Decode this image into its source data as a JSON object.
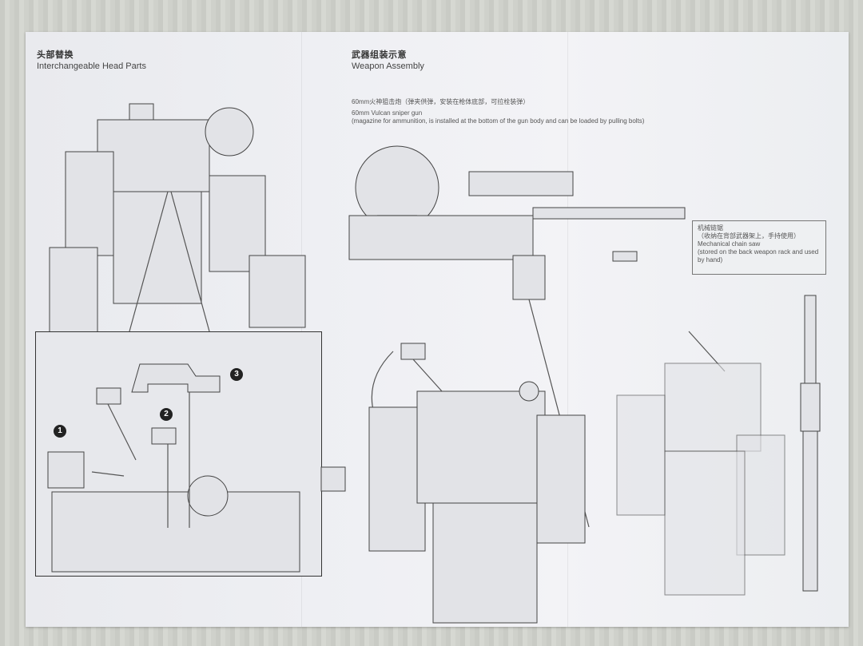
{
  "left_panel": {
    "title_cn": "头部替换",
    "title_en": "Interchangeable Head Parts",
    "inset_markers": [
      "1",
      "2",
      "3"
    ]
  },
  "right_panel": {
    "title_cn": "武器组装示意",
    "title_en": "Weapon Assembly",
    "sniper_gun": {
      "desc_cn": "60mm火神狙击炮（弹夹供弹，安装在枪体底部，可拉栓装弹）",
      "name_en": "60mm Vulcan sniper gun",
      "desc_en": "(magazine for ammunition, is installed at the bottom of the gun body and can be loaded by pulling bolts)"
    },
    "chain_saw": {
      "name_cn": "机械链锯",
      "desc_cn": "（收纳在背部武器架上，手持使用）",
      "name_en": "Mechanical chain saw",
      "desc_en": "(stored on the back weapon rack and used by hand)"
    }
  },
  "colors": {
    "paper": "#eeeff3",
    "background": "#cfd1cb",
    "line_art": "#444444",
    "marker": "#222222"
  }
}
